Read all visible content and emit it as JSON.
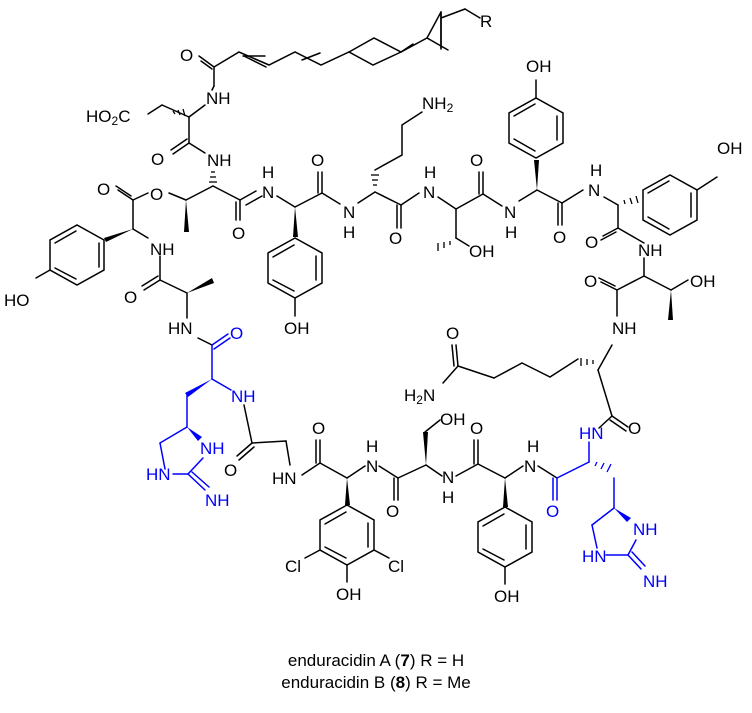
{
  "figure": {
    "type": "chemical-structure",
    "compound_name": "enduracidin",
    "r_group_label": "R",
    "colors": {
      "bonds": "#000000",
      "highlight": "#0000ff",
      "background": "#ffffff"
    }
  },
  "labels": {
    "r": "R",
    "lipid_o": "O",
    "lipid_nh": "NH",
    "asp_acid": "HO2C",
    "asp_co_o": "O",
    "thr1_nh": "NH",
    "ester_co_o": "O",
    "ester_o": "O",
    "thr1_co_o": "O",
    "hpg1_n": "N",
    "hpg1_h": "H",
    "hpg1_co_o": "O",
    "hpg1_oh": "OH",
    "orn_nh": "N",
    "orn_h": "H",
    "orn_nh2": "NH2",
    "orn_co_o": "O",
    "thr2_n": "N",
    "thr2_h": "H",
    "thr2_oh": "OH",
    "thr2_co_o": "O",
    "hpg2_n": "N",
    "hpg2_h": "H",
    "hpg2_oh": "OH",
    "hpg2_co_o": "O",
    "hpg3_n": "N",
    "hpg3_h": "H",
    "hpg3_oh": "OH",
    "hpg3_co_o": "O",
    "thr3_nh": "NH",
    "thr3_oh": "OH",
    "thr3_co_o": "O",
    "cit_nh": "NH",
    "cit_amide_o": "O",
    "cit_amide_n": "H2N",
    "cit_co_o": "O",
    "end2_hn": "HN",
    "end2_co_o": "O",
    "end2_ring_nh": "NH",
    "end2_ring_hn": "HN",
    "end2_imine": "NH",
    "hpg4_n": "N",
    "hpg4_h": "H",
    "hpg4_oh": "OH",
    "hpg4_co_o": "O",
    "ser_n": "N",
    "ser_h": "H",
    "ser_oh": "OH",
    "ser_co_o": "O",
    "dpg_n": "N",
    "dpg_h": "H",
    "dpg_co_o": "O",
    "dpg_cl1": "Cl",
    "dpg_cl2": "Cl",
    "dpg_oh": "OH",
    "gly_hn": "HN",
    "gly_co_o": "O",
    "end1_nh": "NH",
    "end1_co_o": "O",
    "end1_ring_nh": "NH",
    "end1_ring_hn": "HN",
    "end1_imine": "NH",
    "ala_hn": "HN",
    "ala_co_o": "O",
    "hpg0_nh": "NH",
    "hpg0_oh": "HO"
  },
  "caption": {
    "line1": {
      "prefix": "enduracidin A (",
      "number": "7",
      "suffix": ") R = H"
    },
    "line2": {
      "prefix": "enduracidin B (",
      "number": "8",
      "suffix": ") R = Me"
    }
  }
}
